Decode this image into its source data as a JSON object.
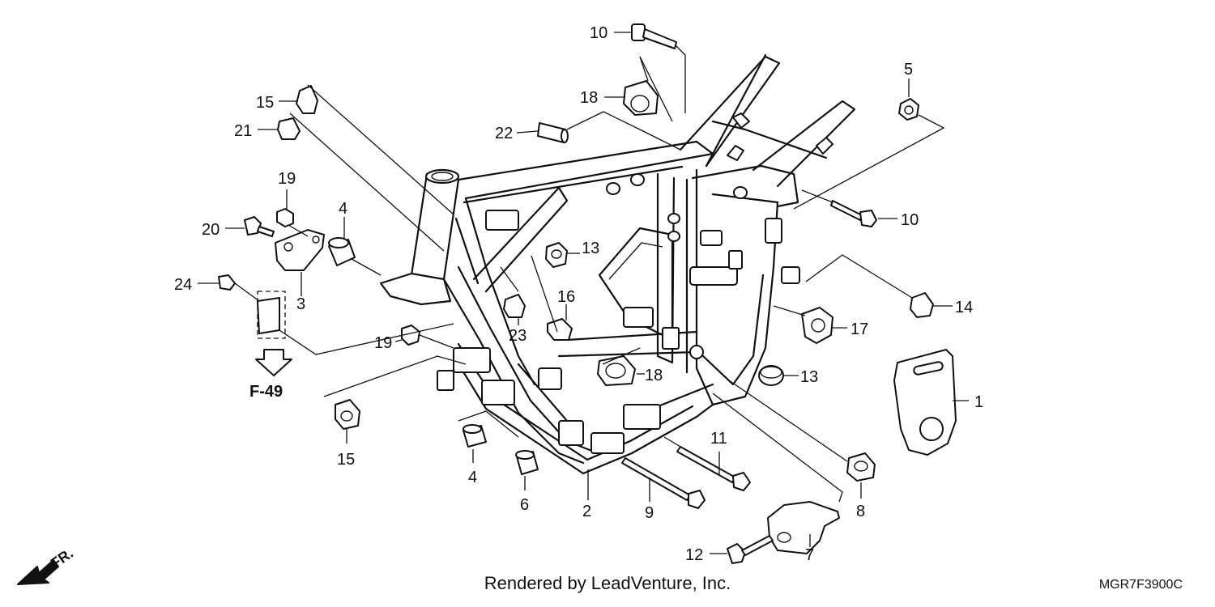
{
  "callouts": {
    "c10a": "10",
    "c18a": "18",
    "c22": "22",
    "c15a": "15",
    "c21": "21",
    "c19a": "19",
    "c20": "20",
    "c4a": "4",
    "c24": "24",
    "c3": "3",
    "c13a": "13",
    "c16": "16",
    "c23": "23",
    "c19b": "19",
    "c15b": "15",
    "c4b": "4",
    "c6": "6",
    "c2": "2",
    "c9": "9",
    "c11": "11",
    "c18b": "18",
    "c13b": "13",
    "c5": "5",
    "c10b": "10",
    "c14": "14",
    "c17": "17",
    "c1": "1",
    "c8": "8",
    "c7": "7",
    "c12": "12"
  },
  "reference": {
    "label": "F-49"
  },
  "direction": {
    "label": "FR."
  },
  "footer": {
    "credit": "Rendered by LeadVenture, Inc.",
    "code": "MGR7F3900C"
  }
}
